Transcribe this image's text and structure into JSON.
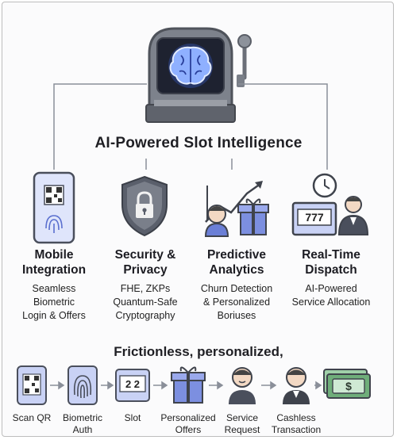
{
  "title": "AI-Powered Slot Intelligence",
  "pillars": [
    {
      "icon": "smartphone-qr-fingerprint-icon",
      "title_line1": "Mobile",
      "title_line2": "Integration",
      "desc": [
        "Seamless",
        "Biometric",
        "Login & Offers"
      ]
    },
    {
      "icon": "shield-lock-icon",
      "title_line1": "Security &",
      "title_line2": "Privacy",
      "desc": [
        "FHE, ZKPs",
        "Quantum-Safe",
        "Cryptography"
      ]
    },
    {
      "icon": "analytics-chart-gift-icon",
      "title_line1": "Predictive",
      "title_line2": "Analytics",
      "desc": [
        "Churn Detection",
        "& Personalized",
        "Boriuses"
      ]
    },
    {
      "icon": "clock-slot-attendant-icon",
      "title_line1": "Real-Time",
      "title_line2": "Dispatch",
      "desc": [
        "AI-Powered",
        "Service Allocation",
        ""
      ]
    }
  ],
  "flow_title": "Frictionless, personalized,",
  "flow_steps": [
    {
      "icon": "qr-code-icon",
      "label_line1": "Scan QR",
      "label_line2": ""
    },
    {
      "icon": "fingerprint-icon",
      "label_line1": "Biometric",
      "label_line2": "Auth"
    },
    {
      "icon": "slot-reels-icon",
      "label_line1": "Slot",
      "label_line2": "",
      "reel_text": "2 2"
    },
    {
      "icon": "gift-icon",
      "label_line1": "Personalized",
      "label_line2": "Offers"
    },
    {
      "icon": "service-person-icon",
      "label_line1": "Service",
      "label_line2": "Request"
    },
    {
      "icon": "cashier-person-icon",
      "label_line1": "Cashless",
      "label_line2": "Transaction"
    },
    {
      "icon": "banknotes-icon",
      "label_line1": "",
      "label_line2": "",
      "note_text": "$"
    }
  ],
  "slot_reel_text": "777",
  "colors": {
    "accent_blue": "#6b7fd6",
    "blue_light": "#c9d2f5",
    "gray_dark": "#4a4f5c",
    "gray_mid": "#8a8f99",
    "green_note": "#6fae7a"
  }
}
